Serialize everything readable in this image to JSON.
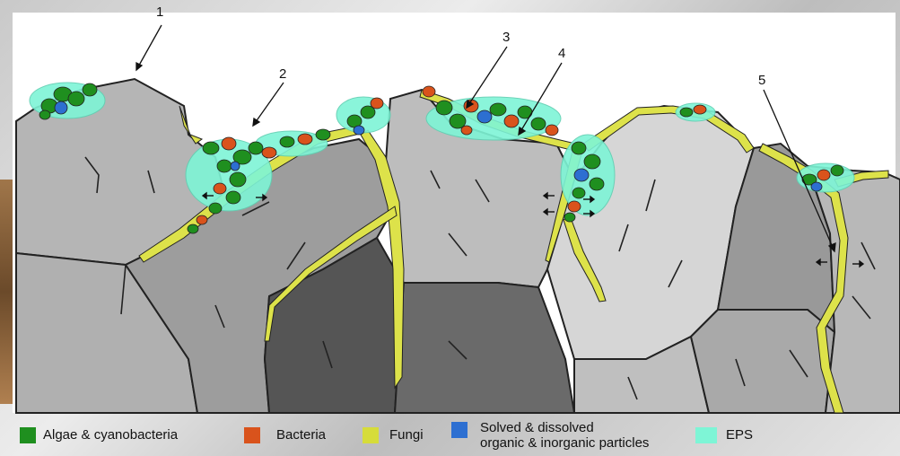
{
  "callouts": [
    {
      "id": "1",
      "label": "1"
    },
    {
      "id": "2",
      "label": "2"
    },
    {
      "id": "3",
      "label": "3"
    },
    {
      "id": "4",
      "label": "4"
    },
    {
      "id": "5",
      "label": "5"
    }
  ],
  "legend": [
    {
      "label": "Algae & cyanobacteria",
      "color": "#1f8f1f"
    },
    {
      "label": "Bacteria",
      "color": "#d9531c"
    },
    {
      "label": "Fungi",
      "color": "#d6dc3a"
    },
    {
      "label": "Solved & dissolved\norganic & inorganic particles",
      "color": "#2d6fd1"
    },
    {
      "label": "EPS",
      "color": "#7ef5d6"
    }
  ]
}
